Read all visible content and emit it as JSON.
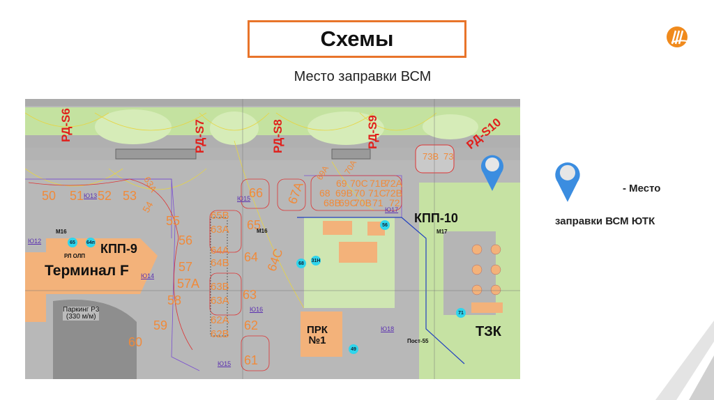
{
  "slide": {
    "title": "Схемы",
    "subtitle": "Место заправки ВСМ",
    "accent_color": "#e8742a"
  },
  "legend": {
    "icon": "map-pin-icon",
    "line1": "- Место",
    "line2": "заправки ВСМ ЮТК",
    "pin_color": "#3b8de0"
  },
  "map": {
    "taxiways": [
      "РД-S6",
      "РД-S7",
      "РД-S8",
      "РД-S9",
      "РД-S10"
    ],
    "stands": [
      "50",
      "51",
      "52",
      "53",
      "63А",
      "54",
      "55",
      "56",
      "57",
      "57А",
      "58",
      "59",
      "60",
      "65В",
      "63А",
      "64А",
      "64В",
      "63В",
      "63А",
      "62А",
      "62В",
      "66",
      "67А",
      "65",
      "64",
      "64С",
      "63",
      "62",
      "61",
      "68",
      "69В",
      "70",
      "71С",
      "72В",
      "68В",
      "69С",
      "70В",
      "71",
      "72",
      "69А",
      "70А",
      "69",
      "70С",
      "71В",
      "72А",
      "73В",
      "73"
    ],
    "places": {
      "terminal": "Терминал  F",
      "kpp9": "КПП-9",
      "kpp10": "КПП-10",
      "prk": "ПРК\n№1",
      "tzk": "ТЗК",
      "parking": "Паркинг Р3\n(330 м/м)",
      "rl": "РЛ ОЛП",
      "post55": "Пост-55",
      "m16a": "М16",
      "m16b": "М16",
      "m17": "М17"
    },
    "zones": [
      "Ю12",
      "Ю13",
      "Ю14",
      "Ю15",
      "Ю16",
      "Ю17",
      "Ю18",
      "Ю15"
    ],
    "points": [
      "65",
      "64п",
      "56",
      "68",
      "31Н",
      "71",
      "49"
    ]
  }
}
